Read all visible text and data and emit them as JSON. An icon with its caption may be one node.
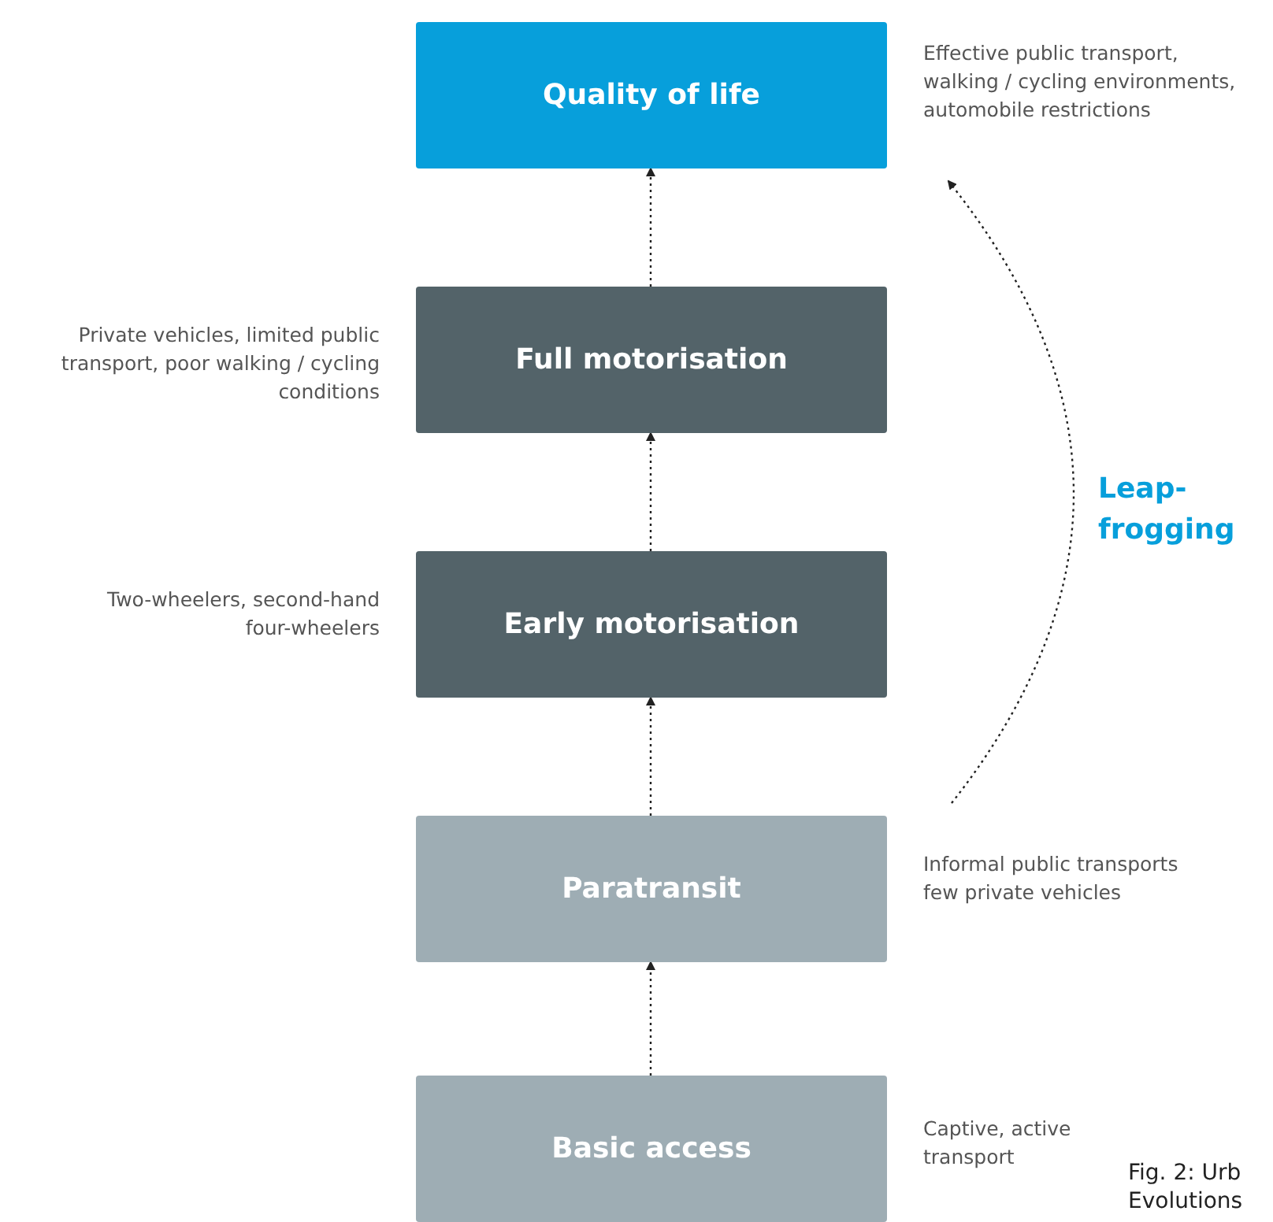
{
  "diagram": {
    "caption": "Fig. 2: Urb Evolutions",
    "nodes": [
      {
        "text": [
          "Quality of life"
        ],
        "beside": [
          "Effective public transport, walking / cycling environments, automobile restrictions"
        ]
      },
      {
        "text": [
          "Full motorisation"
        ],
        "beside": [
          "Private vehicles, limited public transport, poor walking / cycling conditions"
        ]
      },
      {
        "text": [
          "Early motorisation"
        ],
        "beside": [
          "Two-wheelers, second-hand four-wheelers"
        ]
      },
      {
        "text": [
          "Paratransit"
        ],
        "beside": [
          "Informal public transports few private vehicles"
        ]
      },
      {
        "text": [
          "Basic access"
        ],
        "beside": [
          "Captive, active transport"
        ]
      }
    ],
    "edges": [
      {
        "from": 4,
        "to": 3,
        "arrow": "to",
        "style": "dashed"
      },
      {
        "from": 3,
        "to": 2,
        "arrow": "to",
        "style": "dashed"
      },
      {
        "from": 2,
        "to": 1,
        "arrow": "to",
        "style": "dashed"
      },
      {
        "from": 1,
        "to": 0,
        "arrow": "to",
        "style": "dashed"
      },
      {
        "from": 3,
        "to": 0,
        "arrow": "to",
        "style": "dashed",
        "label": "Leap-frogging"
      }
    ]
  }
}
